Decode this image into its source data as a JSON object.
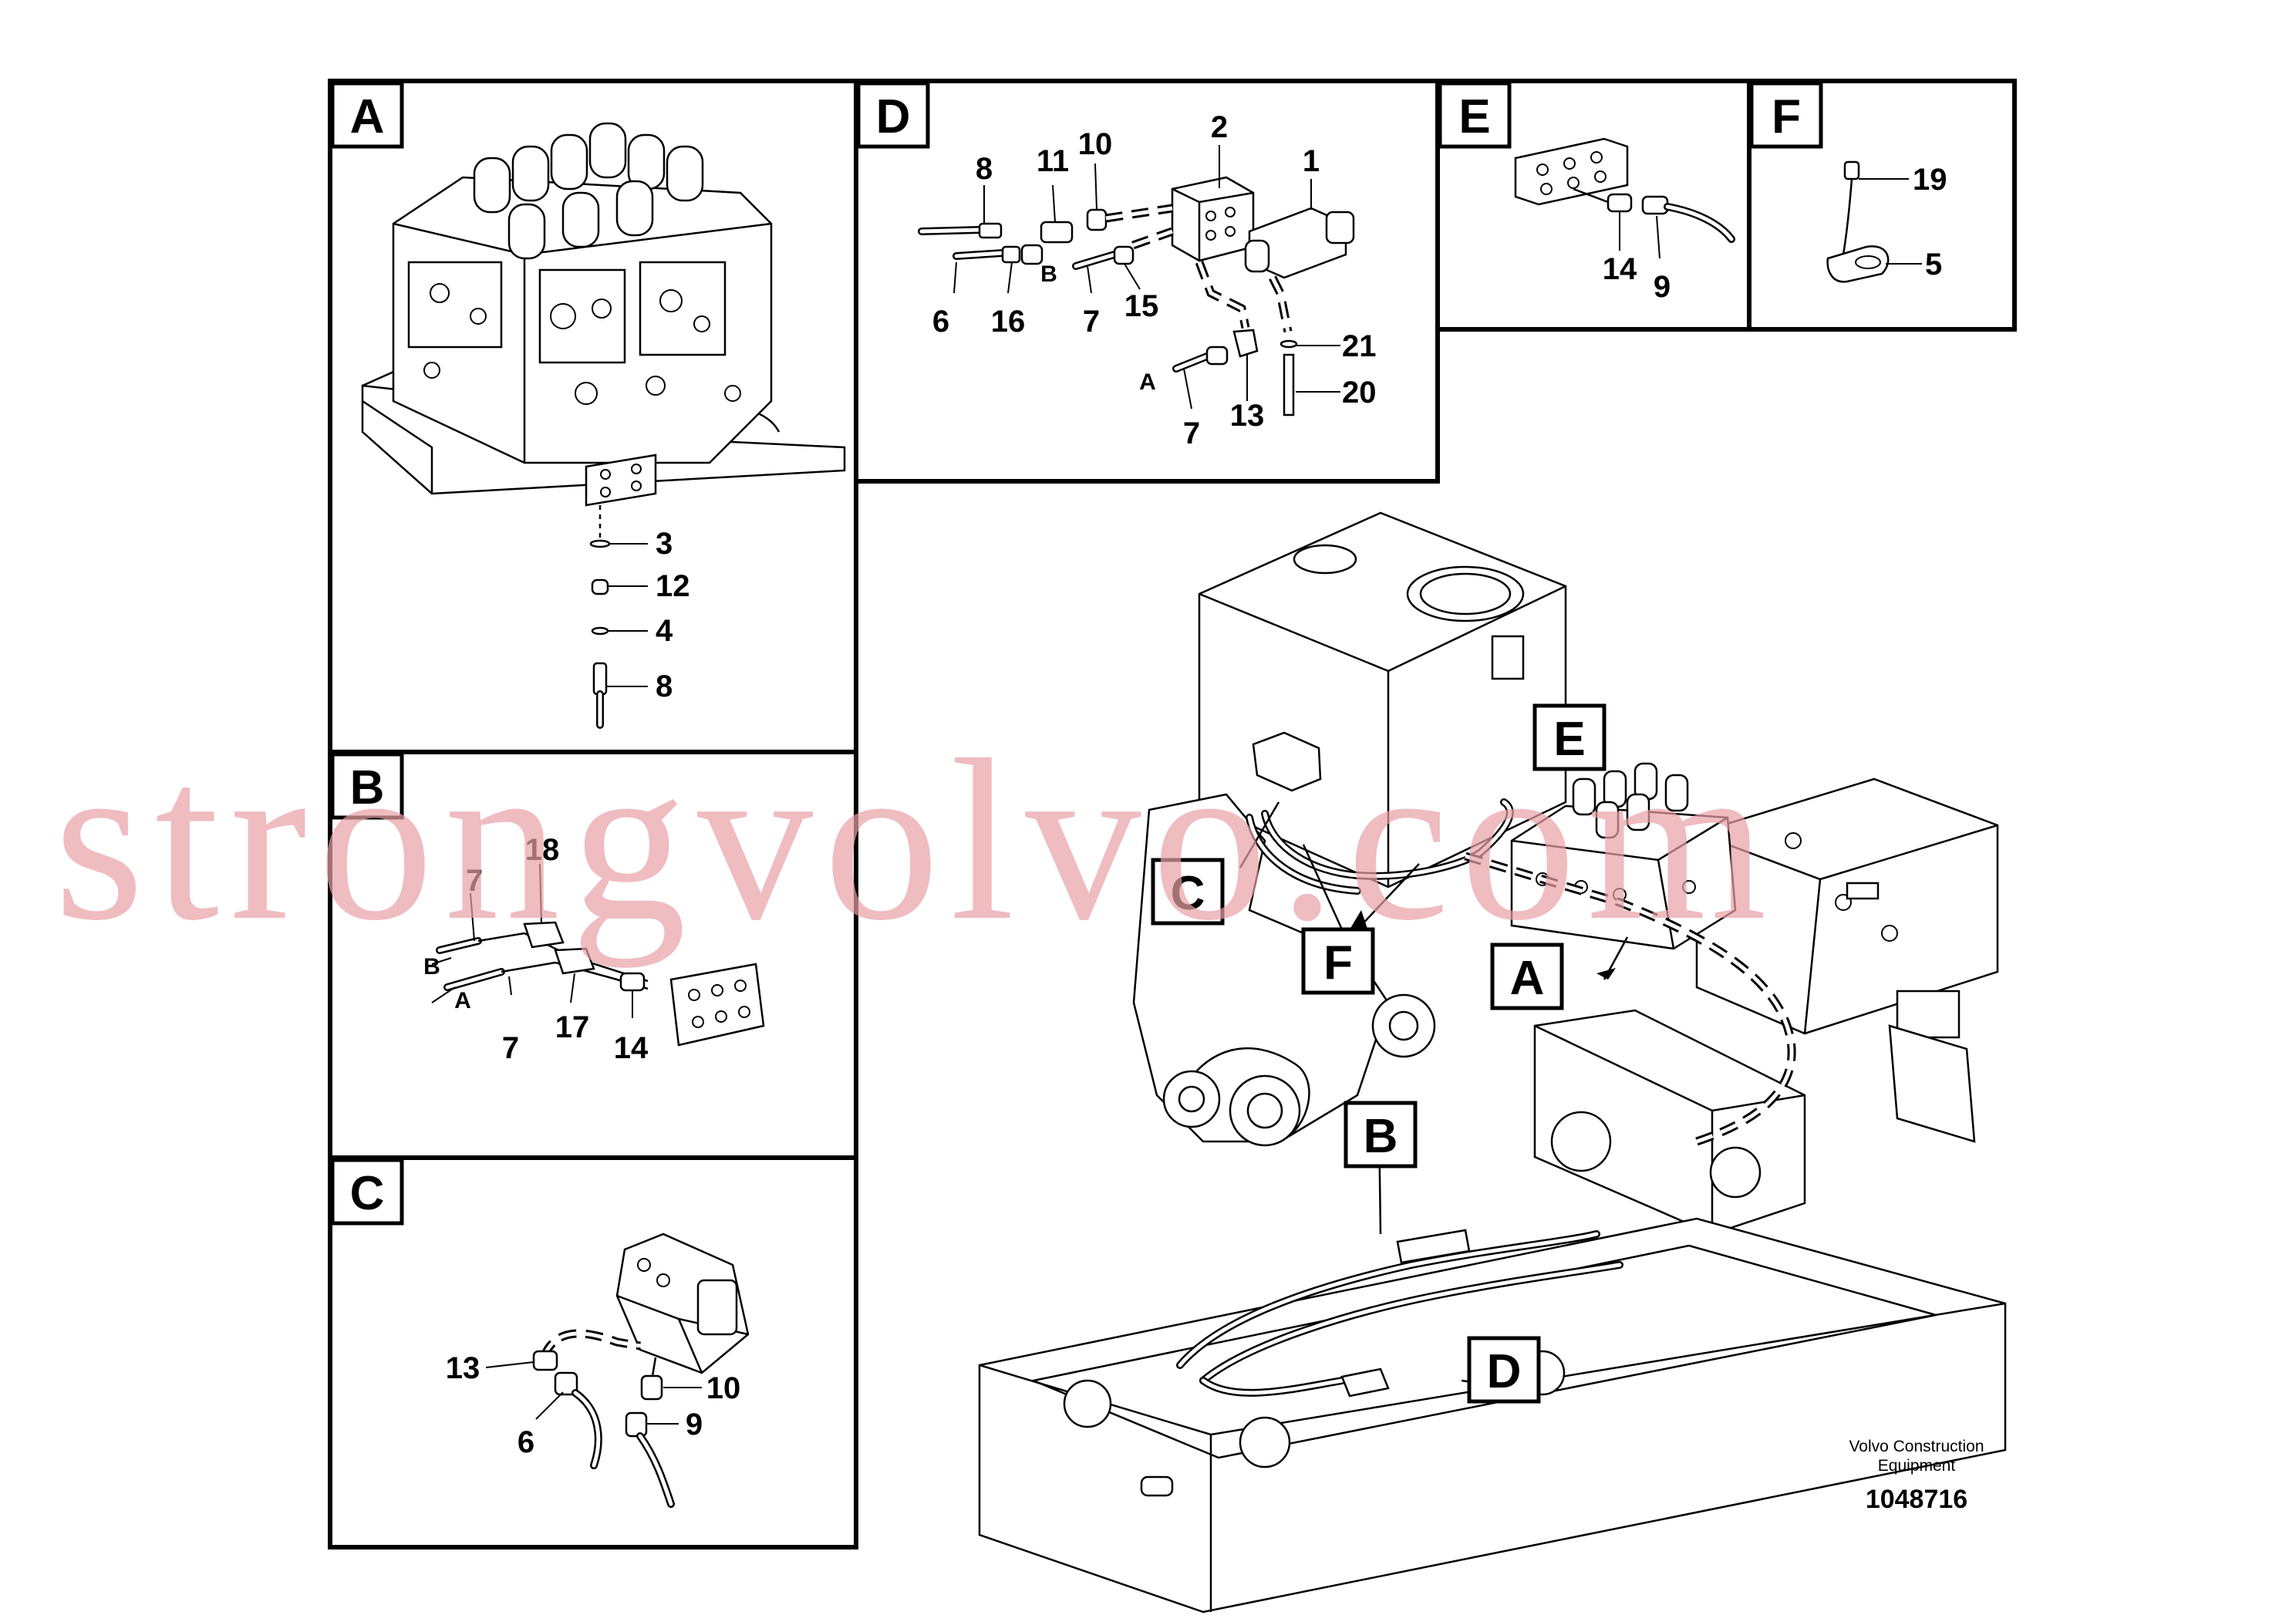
{
  "panels": [
    {
      "id": "A",
      "callouts": [
        "3",
        "12",
        "4",
        "8"
      ]
    },
    {
      "id": "B",
      "callouts": [
        "18",
        "7",
        "B",
        "A",
        "7",
        "17",
        "14"
      ]
    },
    {
      "id": "C",
      "callouts": [
        "13",
        "10",
        "6",
        "9"
      ]
    },
    {
      "id": "D",
      "callouts": [
        "2",
        "1",
        "8",
        "11",
        "10",
        "6",
        "16",
        "B",
        "7",
        "15",
        "A",
        "7",
        "13",
        "21",
        "20"
      ]
    },
    {
      "id": "E",
      "callouts": [
        "14",
        "9"
      ]
    },
    {
      "id": "F",
      "callouts": [
        "19",
        "5"
      ]
    }
  ],
  "overview_markers": [
    "E",
    "C",
    "F",
    "A",
    "B",
    "D"
  ],
  "watermark": "strongvolvo.com",
  "footer": {
    "company_line1": "Volvo Construction",
    "company_line2": "Equipment",
    "drawing_number": "1048716"
  }
}
